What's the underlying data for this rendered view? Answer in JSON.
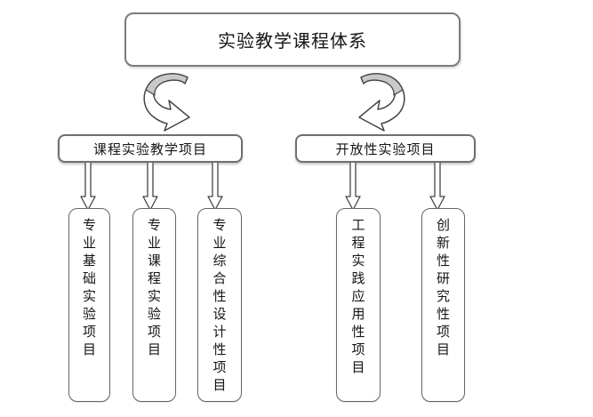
{
  "title": "实验教学课程体系",
  "branches": [
    {
      "label": "课程实验教学项目",
      "children": [
        "专业基础实验项目",
        "专业课程实验项目",
        "专业综合性设计性项目"
      ]
    },
    {
      "label": "开放性实验项目",
      "children": [
        "工程实践应用性项目",
        "创新性研究性项目"
      ]
    }
  ],
  "colors": {
    "text": "#151515",
    "border_gray": "#6f6f6f",
    "arrow_outline": "#444444",
    "arrow_band_fill": "#c9c9c9",
    "shape_fill": "#ffffff"
  }
}
